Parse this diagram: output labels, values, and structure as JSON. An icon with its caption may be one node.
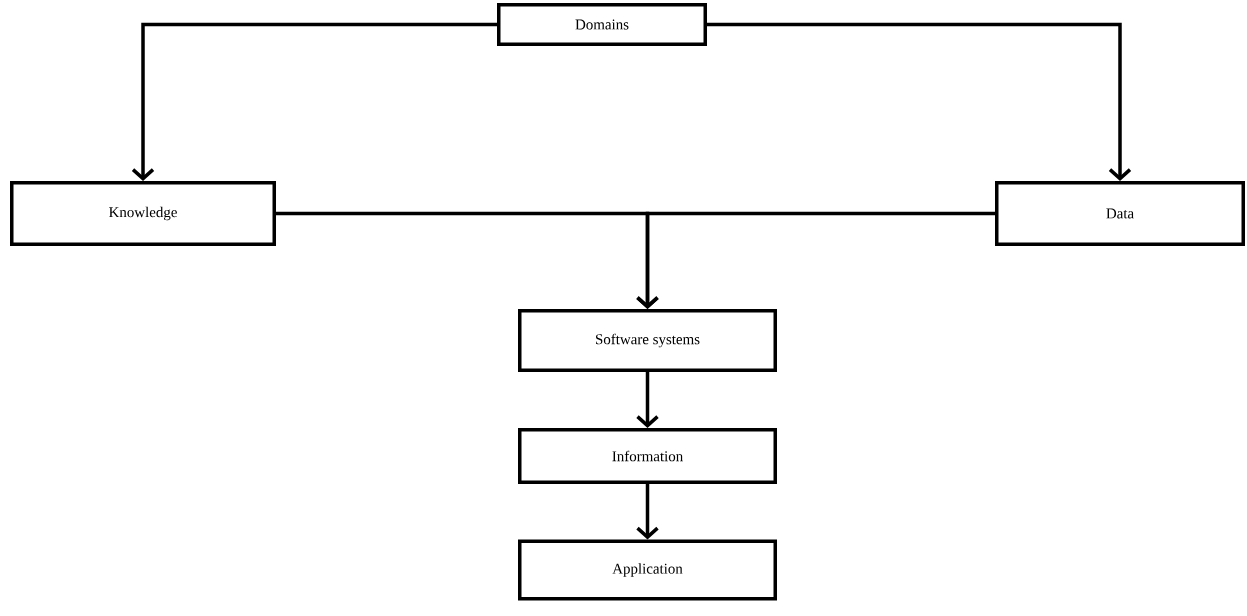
{
  "diagram": {
    "nodes": [
      {
        "text": [
          "Domains"
        ]
      },
      {
        "text": [
          "Knowledge"
        ]
      },
      {
        "text": [
          "Data"
        ]
      },
      {
        "text": [
          "Software systems"
        ]
      },
      {
        "text": [
          "Information"
        ]
      },
      {
        "text": [
          "Application"
        ]
      }
    ],
    "edges": [
      {
        "from": 0,
        "to": 1,
        "arrow": "to"
      },
      {
        "from": 0,
        "to": 2,
        "arrow": "to"
      },
      {
        "from": 1,
        "to": 3,
        "arrow": "to"
      },
      {
        "from": 2,
        "to": 3,
        "arrow": "to"
      },
      {
        "from": 3,
        "to": 4,
        "arrow": "to"
      },
      {
        "from": 4,
        "to": 5,
        "arrow": "to"
      }
    ]
  }
}
